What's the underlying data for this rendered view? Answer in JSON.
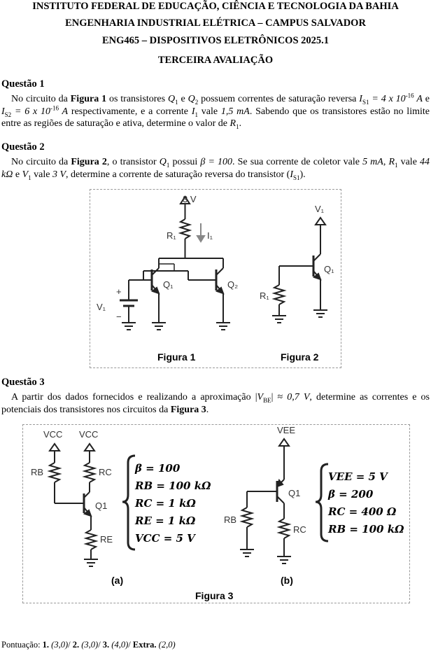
{
  "header": {
    "line1": "INSTITUTO FEDERAL DE EDUCAÇÃO, CIÊNCIA E TECNOLOGIA DA BAHIA",
    "line2": "ENGENHARIA INDUSTRIAL ELÉTRICA – CAMPUS SALVADOR",
    "line3": "ENG465 – DISPOSITIVOS ELETRÔNICOS 2025.1",
    "line4": "TERCEIRA AVALIAÇÃO"
  },
  "q1": {
    "title": "Questão 1",
    "t1": "No circuito da ",
    "fig": "Figura 1",
    "t2": " os transistores ",
    "q1": "Q",
    "q1s": "1",
    "t3": " e ",
    "q2": "Q",
    "q2s": "2",
    "t4": " possuem correntes de saturação reversa ",
    "is1": "I",
    "is1s": "S1",
    "is1v": " = 4 x 10",
    "is1e": "-16",
    "is1u": " A",
    "t5": " e ",
    "is2": "I",
    "is2s": "S2",
    "is2v": " = 6 x 10",
    "is2e": "-16",
    "is2u": " A",
    "t6": " respectivamente, e a corrente ",
    "i1": "I",
    "i1s": "1",
    "t7": " vale ",
    "i1v": "1,5 mA",
    "t8": ". Sabendo que os transistores estão no limite entre as regiões de saturação e ativa, determine o valor de ",
    "r1": "R",
    "r1s": "1",
    "t9": "."
  },
  "q2": {
    "title": "Questão 2",
    "t1": "No circuito da ",
    "fig": "Figura 2",
    "t2": ", o transistor ",
    "q": "Q",
    "qs": "1",
    "t3": " possui ",
    "beta": "β = 100",
    "t4": ". Se sua corrente de coletor vale ",
    "ic": "5 mA",
    "t5": ", ",
    "r": "R",
    "rs": "1",
    "t6": " vale ",
    "rv": "44 kΩ",
    "t7": " e ",
    "v": "V",
    "vs": "1",
    "t8": " vale ",
    "vv": "3 V",
    "t9": ", determine a corrente de saturação reversa do transistor (",
    "is": "I",
    "iss": "S1",
    "t10": ")."
  },
  "fig12": {
    "f1": {
      "vsupply": "3 V",
      "r1": "R₁",
      "i1": "I₁",
      "q1": "Q₁",
      "q2": "Q₂",
      "v1": "V₁",
      "plus": "+",
      "minus": "−"
    },
    "f2": {
      "v1": "V₁",
      "q1": "Q₁",
      "r1": "R₁"
    },
    "caption1": "Figura 1",
    "caption2": "Figura 2"
  },
  "q3": {
    "title": "Questão 3",
    "t1": "A partir dos dados fornecidos e realizando a aproximação |",
    "vbe": "V",
    "vbes": "BE",
    "t2": "| ≈ ",
    "vbev": "0,7 V",
    "t3": ", determine as correntes e os potenciais dos transistores nos circuitos da ",
    "fig": "Figura 3",
    "t4": "."
  },
  "fig3": {
    "a": {
      "vcc1": "VCC",
      "vcc2": "VCC",
      "rb": "RB",
      "rc": "RC",
      "q1": "Q1",
      "re": "RE",
      "eq1": "β = 100",
      "eq2": "RB = 100 kΩ",
      "eq3": "RC = 1 kΩ",
      "eq4": "RE = 1 kΩ",
      "eq5": "VCC = 5 V",
      "label": "(a)"
    },
    "b": {
      "vee": "VEE",
      "q1": "Q1",
      "rb": "RB",
      "rc": "RC",
      "eq1": "VEE = 5 V",
      "eq2": "β = 200",
      "eq3": "RC = 400 Ω",
      "eq4": "RB = 100 kΩ",
      "label": "(b)"
    },
    "caption": "Figura 3"
  },
  "footer": {
    "t1": "Pontuação: ",
    "n1": "1.",
    "v1": " (3,0)",
    "s1": "/ ",
    "n2": "2.",
    "v2": " (3,0)",
    "s2": "/ ",
    "n3": "3.",
    "v3": " (4,0)",
    "s3": "/ ",
    "n4": "Extra.",
    "v4": " (2,0)"
  }
}
